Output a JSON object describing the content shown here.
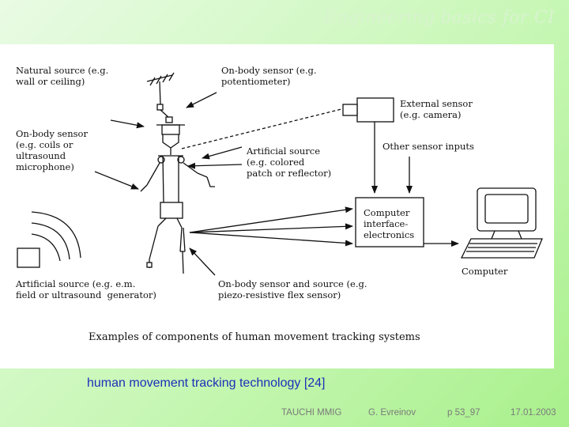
{
  "header": {
    "title": "Engineering basics for CI"
  },
  "diagram": {
    "labels": {
      "natural_source": "Natural source (e.g.\nwall or ceiling)",
      "onbody_sensor_top": "On-body sensor (e.g.\npotentiometer)",
      "onbody_sensor_left": "On-body sensor\n(e.g. coils or\nultrasound\nmicrophone)",
      "external_sensor": "External sensor\n(e.g. camera)",
      "other_sensor_inputs": "Other sensor inputs",
      "artificial_source_mid": "Artificial source\n(e.g. colored\npatch or reflector)",
      "computer_interface": "Computer\ninterface-\nelectronics",
      "computer": "Computer",
      "artificial_source_bottom": "Artificial source (e.g. e.m.\nfield or ultrasound  generator)",
      "onbody_sensor_bottom": "On-body sensor and source (e.g.\npiezo-resistive flex sensor)",
      "heading": "Examples of components of human movement tracking systems"
    }
  },
  "caption": "human movement tracking technology [24]",
  "footer": {
    "org": "TAUCHI MMIG",
    "author": "G. Evreinov",
    "page": "p 53_97",
    "date": "17.01.2003"
  }
}
